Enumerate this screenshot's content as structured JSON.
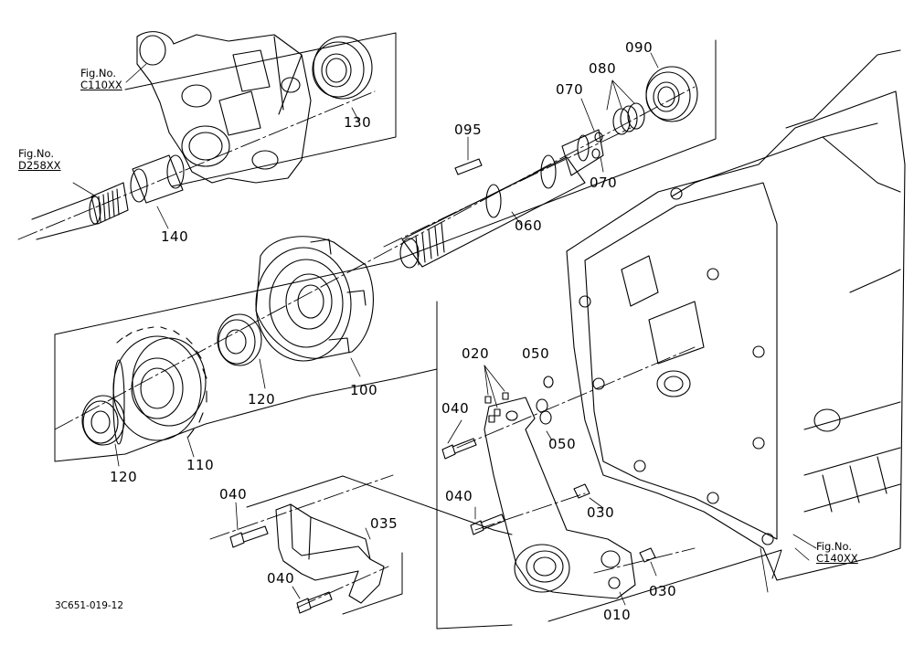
{
  "diagram": {
    "drawing_code": "3C651-019-12",
    "fig_refs": [
      {
        "caption": "Fig.No.",
        "code": "C110XX"
      },
      {
        "caption": "Fig.No.",
        "code": "D258XX"
      },
      {
        "caption": "Fig.No.",
        "code": "C140XX"
      }
    ],
    "parts": [
      {
        "number": "130",
        "name": "ball-bearing-top"
      },
      {
        "number": "095",
        "name": "key"
      },
      {
        "number": "070",
        "name": "snap-ring-upper"
      },
      {
        "number": "080",
        "name": "spring-set"
      },
      {
        "number": "090",
        "name": "ball-bearing-right"
      },
      {
        "number": "070",
        "name": "snap-ring-lower"
      },
      {
        "number": "060",
        "name": "shaft"
      },
      {
        "number": "140",
        "name": "sleeve-bushing"
      },
      {
        "number": "100",
        "name": "clutch-drum"
      },
      {
        "number": "120",
        "name": "bearing-middle"
      },
      {
        "number": "110",
        "name": "gear"
      },
      {
        "number": "120",
        "name": "bearing-left"
      },
      {
        "number": "020",
        "name": "stud-pins"
      },
      {
        "number": "050",
        "name": "o-ring-top"
      },
      {
        "number": "050",
        "name": "o-ring-lower"
      },
      {
        "number": "040",
        "name": "bolt-upper-right"
      },
      {
        "number": "040",
        "name": "bolt-middle-right"
      },
      {
        "number": "030",
        "name": "pin-upper"
      },
      {
        "number": "030",
        "name": "pin-lower"
      },
      {
        "number": "010",
        "name": "bracket-support"
      },
      {
        "number": "040",
        "name": "bolt-cover-upper"
      },
      {
        "number": "035",
        "name": "cover-plate"
      },
      {
        "number": "040",
        "name": "bolt-cover-lower"
      }
    ]
  }
}
